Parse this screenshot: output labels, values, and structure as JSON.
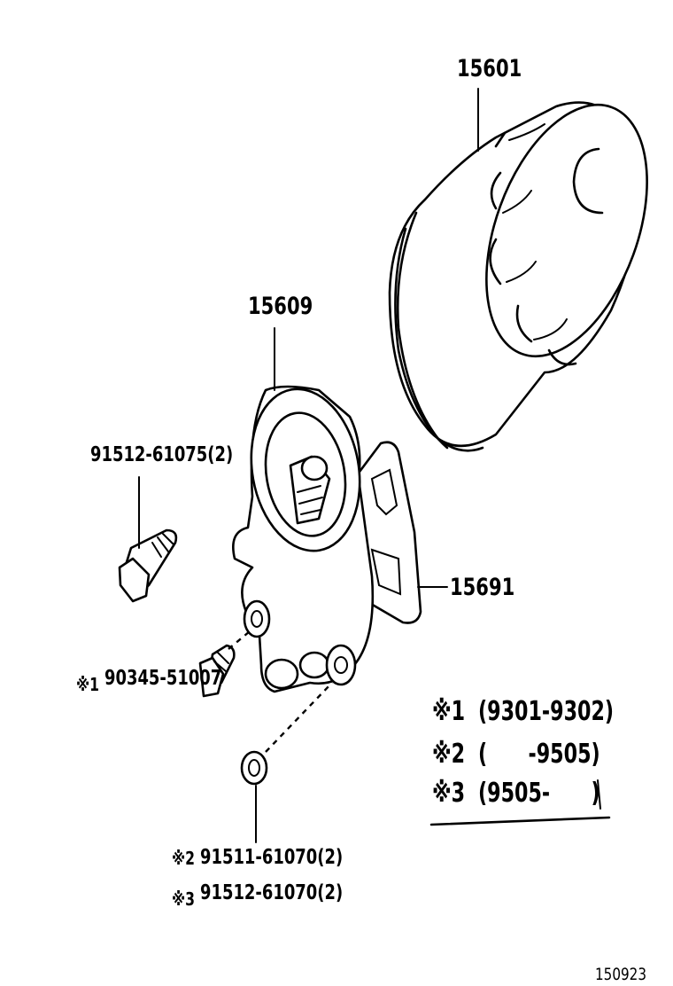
{
  "diagram": {
    "figure_number": "150923",
    "callouts": {
      "oil_filter": "15601",
      "filter_bracket": "15609",
      "gasket": "15691",
      "bolt": "91512-61075(2)",
      "union_bolt": "90345-51007",
      "plug_2": "91511-61070(2)",
      "plug_3": "91512-61070(2)"
    },
    "markers": {
      "union_bolt": "※1",
      "plug_2": "※2",
      "plug_3": "※3"
    },
    "legend": [
      {
        "marker": "※1",
        "range": "(9301-9302)"
      },
      {
        "marker": "※2",
        "range": "(      -9505)"
      },
      {
        "marker": "※3",
        "range": "(9505-      )"
      }
    ]
  }
}
